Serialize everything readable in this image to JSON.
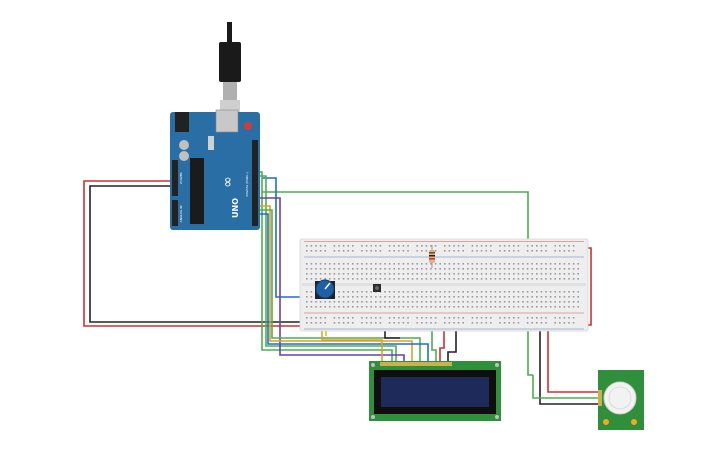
{
  "arduino": {
    "logo_text": "∞",
    "model_label": "UNO",
    "digital_header_label": "DIGITAL (PWM~)",
    "analog_header_label": "ANALOG IN",
    "power_header_label": "POWER"
  },
  "colors": {
    "canvas_bg": "#ffffff",
    "arduino_board": "#2a6ea6",
    "arduino_board_dark": "#1f5a8c",
    "breadboard": "#eeeeee",
    "breadboard_rail_red": "#d9534f",
    "breadboard_rail_blue": "#5b7fc9",
    "lcd_board": "#2f8f3a",
    "lcd_screen": "#1d2a5a",
    "pir_board": "#2f8f3a",
    "wire_red": "#d32f2f",
    "wire_black": "#222222",
    "wire_green": "#4caf50",
    "wire_blue": "#1e6fd0",
    "wire_purple": "#6a3fb5",
    "wire_orange": "#e0a020",
    "wire_yellow": "#d8c020",
    "usb_cable": "#1a1a1a",
    "pot_knob": "#1f5fa5"
  },
  "components": [
    {
      "name": "arduino-uno",
      "icon": "arduino-board-icon"
    },
    {
      "name": "usb-cable",
      "icon": "usb-plug-icon"
    },
    {
      "name": "breadboard",
      "icon": "breadboard-icon"
    },
    {
      "name": "potentiometer",
      "icon": "potentiometer-icon"
    },
    {
      "name": "pushbutton",
      "icon": "pushbutton-icon"
    },
    {
      "name": "resistor",
      "icon": "resistor-icon"
    },
    {
      "name": "lcd-16x2",
      "icon": "lcd-display-icon"
    },
    {
      "name": "pir-sensor",
      "icon": "pir-sensor-icon"
    }
  ]
}
